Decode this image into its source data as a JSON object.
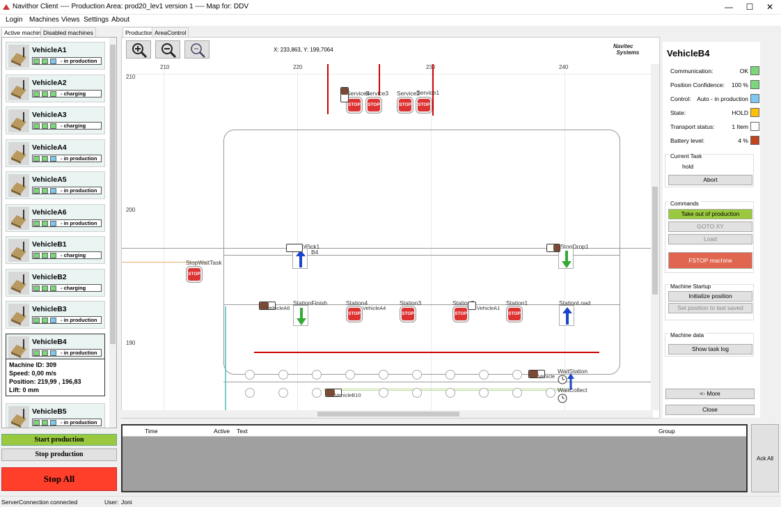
{
  "window": {
    "title": "Navithor Client ---- Production Area: prod20_lev1 version 1 ---- Map for: DDV",
    "minimize": "—",
    "maximize": "☐",
    "close": "✕"
  },
  "menu": [
    "Login",
    "Machines",
    "Views",
    "Settings",
    "About"
  ],
  "left_tabs": [
    "Active machines",
    "Disabled machines"
  ],
  "vehicles": [
    {
      "name": "VehicleA1",
      "status": "- in production",
      "colors": [
        "#7cd67c",
        "#7cd67c",
        "#7cc8ef"
      ]
    },
    {
      "name": "VehicleA2",
      "status": "- charging",
      "colors": [
        "#7cd67c",
        "#7cd67c",
        "#7cd67c"
      ]
    },
    {
      "name": "VehicleA3",
      "status": "- charging",
      "colors": [
        "#7cd67c",
        "#7cd67c",
        "#7cd67c"
      ]
    },
    {
      "name": "VehicleA4",
      "status": "- in production",
      "colors": [
        "#7cd67c",
        "#7cd67c",
        "#7cc8ef"
      ]
    },
    {
      "name": "VehicleA5",
      "status": "- in production",
      "colors": [
        "#7cd67c",
        "#7cd67c",
        "#7cc8ef"
      ]
    },
    {
      "name": "VehicleA6",
      "status": "- in production",
      "colors": [
        "#7cd67c",
        "#7cd67c",
        "#7cc8ef"
      ]
    },
    {
      "name": "VehicleB1",
      "status": "- charging",
      "colors": [
        "#7cd67c",
        "#7cd67c",
        "#7cd67c"
      ]
    },
    {
      "name": "VehicleB2",
      "status": "- charging",
      "colors": [
        "#7cd67c",
        "#7cd67c",
        "#7cd67c"
      ]
    },
    {
      "name": "VehicleB3",
      "status": "- in production",
      "colors": [
        "#7cd67c",
        "#7cd67c",
        "#7cc8ef"
      ]
    },
    {
      "name": "VehicleB4",
      "status": "- in production",
      "colors": [
        "#7cd67c",
        "#7cd67c",
        "#7cc8ef"
      ]
    },
    {
      "name": "VehicleB5",
      "status": "- in production",
      "colors": [
        "#7cd67c",
        "#7cd67c",
        "#7cc8ef"
      ]
    }
  ],
  "selected_info": {
    "machine_id": "Machine ID: 309",
    "speed": "Speed: 0,00 m/s",
    "position": "Position: 219,99 , 196,83",
    "lift": "Lift: 0 mm"
  },
  "left_buttons": {
    "start": "Start production",
    "stop": "Stop production",
    "stop_all": "Stop All"
  },
  "map_tabs": [
    "Production",
    "AreaControl"
  ],
  "map": {
    "coords": "X: 233,863, Y: 199,7064",
    "logo_line1": "Navitec",
    "logo_line2": "Systems",
    "x_ticks": [
      "210",
      "220",
      "230",
      "240"
    ],
    "y_ticks": [
      "210",
      "200",
      "190"
    ],
    "stop_text": "STOP",
    "labels": {
      "service4": "Service4",
      "service3": "Service3",
      "service2": "Service2",
      "service1": "Service1",
      "stoppick1": "StopPick1",
      "b4": "B4",
      "stopdrop1": "StopDrop1",
      "stopwaittask": "StopWaitTask",
      "stationfinish": "StationFinish",
      "station4": "Station4",
      "station3": "Station3",
      "station2": "Station2",
      "station1": "Station1",
      "stationload": "StationLoad",
      "vehiclea6": "VehicleA6",
      "vehiclea4": "VehicleA4",
      "vehiclea1": "VehicleA1",
      "waitstation": "WaitStation",
      "waitcollect": "WaitCollect",
      "vehicle": "Vehicle",
      "vehicleb10": "VehicleB10"
    }
  },
  "right_panel": {
    "title": "VehicleB4",
    "rows": [
      {
        "key": "Communication:",
        "value": "OK",
        "color": "#7cd67c"
      },
      {
        "key": "Position Confidence:",
        "value": "100 %",
        "color": "#7cd67c"
      },
      {
        "key": "Control:",
        "value": "Auto - in production",
        "color": "#7cc8ef"
      },
      {
        "key": "State:",
        "value": "HOLD",
        "color": "#ffc000"
      },
      {
        "key": "Transport status:",
        "value": "1 Item",
        "color": "#ffffff"
      },
      {
        "key": "Battery level:",
        "value": "4 %",
        "color": "#c0441c"
      }
    ],
    "current_task_label": "Current Task",
    "current_task": "hold",
    "abort": "Abort",
    "commands_label": "Commands",
    "take_out": "Take out of production",
    "goto_xy": "GOTO XY",
    "load": "Load",
    "fstop": "FSTOP machine",
    "startup_label": "Machine Startup",
    "init_pos": "Initialize position",
    "set_pos": "Set position to last saved",
    "data_label": "Machine data",
    "task_log": "Show task log",
    "more": "<- More",
    "close": "Close"
  },
  "log": {
    "headers": [
      "Time",
      "Active",
      "Text",
      "Group"
    ],
    "ack_all": "Ack All"
  },
  "status_bar": {
    "server_label": "ServerConnection",
    "server_value": "connected",
    "user_label": "User:",
    "user_value": "Joni"
  },
  "colors": {
    "start_green": "#9ac93f",
    "stop_all_red": "#ff3f2a",
    "fstop_red": "#e06650",
    "take_out_green": "#9ac93f"
  }
}
